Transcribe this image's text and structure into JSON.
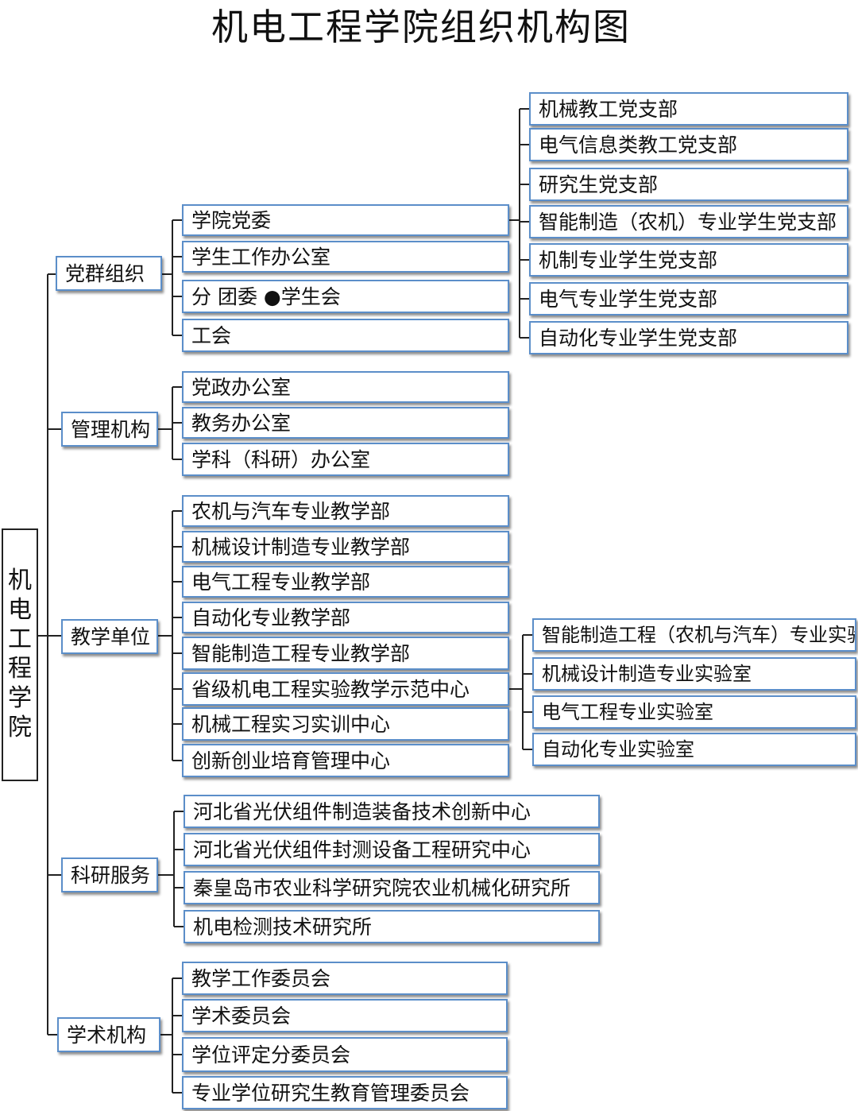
{
  "title": "机电工程学院组织机构图",
  "root": {
    "label": "机电工程学院",
    "chars": [
      "机",
      "电",
      "工",
      "程",
      "学",
      "院"
    ]
  },
  "categories": [
    {
      "label": "党群组织",
      "children": [
        {
          "label": "学院党委",
          "children": [
            "机械教工党支部",
            "电气信息类教工党支部",
            "研究生党支部",
            "智能制造（农机）专业学生党支部",
            "机制专业学生党支部",
            "电气专业学生党支部",
            "自动化专业学生党支部"
          ]
        },
        {
          "label": "学生工作办公室"
        },
        {
          "label": "分 团委 ●学生会"
        },
        {
          "label": "工会"
        }
      ]
    },
    {
      "label": "管理机构",
      "children": [
        {
          "label": "党政办公室"
        },
        {
          "label": "教务办公室"
        },
        {
          "label": "学科（科研）办公室"
        }
      ]
    },
    {
      "label": "教学单位",
      "children": [
        {
          "label": "农机与汽车专业教学部"
        },
        {
          "label": "机械设计制造专业教学部"
        },
        {
          "label": "电气工程专业教学部"
        },
        {
          "label": "自动化专业教学部"
        },
        {
          "label": "智能制造工程专业教学部"
        },
        {
          "label": "省级机电工程实验教学示范中心",
          "children": [
            "智能制造工程（农机与汽车）专业实验室",
            "机械设计制造专业实验室",
            "电气工程专业实验室",
            "自动化专业实验室"
          ]
        },
        {
          "label": "机械工程实习实训中心"
        },
        {
          "label": "创新创业培育管理中心"
        }
      ]
    },
    {
      "label": "科研服务",
      "children": [
        {
          "label": "河北省光伏组件制造装备技术创新中心"
        },
        {
          "label": "河北省光伏组件封测设备工程研究中心"
        },
        {
          "label": "秦皇岛市农业科学研究院农业机械化研究所"
        },
        {
          "label": "机电检测技术研究所"
        }
      ]
    },
    {
      "label": "学术机构",
      "children": [
        {
          "label": "教学工作委员会"
        },
        {
          "label": "学术委员会"
        },
        {
          "label": "学位评定分委员会"
        },
        {
          "label": "专业学位研究生教育管理委员会"
        }
      ]
    }
  ]
}
